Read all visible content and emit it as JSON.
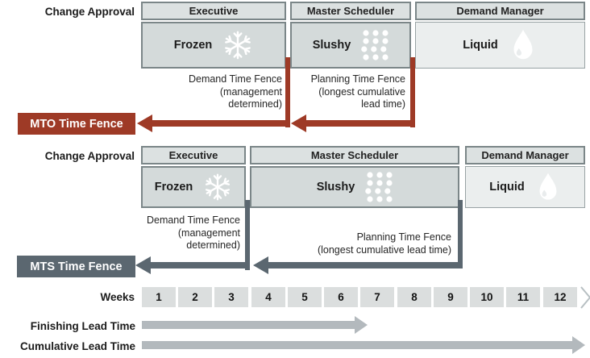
{
  "colors": {
    "mto_fence_red": "#9e3a26",
    "mts_fence_slate": "#5b6770",
    "header_box_fill": "#dce1e1",
    "zone_box_fill": "#d4dada",
    "liquid_box_fill": "#ebeeee",
    "box_border": "#7b8688",
    "week_cell_fill": "#dbdede",
    "lead_arrow_gray": "#b3b9bd"
  },
  "icons": {
    "frozen": "snowflake-icon",
    "slushy": "slush-dots-icon",
    "liquid": "droplet-icon",
    "timeline_end": "chevron-right-icon"
  },
  "diagram1": {
    "label": "Change Approval",
    "columns": [
      {
        "role": "Executive",
        "zone": "Frozen"
      },
      {
        "role": "Master Scheduler",
        "zone": "Slushy"
      },
      {
        "role": "Demand Manager",
        "zone": "Liquid"
      }
    ],
    "demand_fence": {
      "lines": [
        "Demand Time Fence",
        "(management",
        "determined)"
      ]
    },
    "planning_fence": {
      "lines": [
        "Planning Time Fence",
        "(longest cumulative",
        "lead time)"
      ]
    },
    "fence_label": "MTO Time Fence"
  },
  "diagram2": {
    "label": "Change Approval",
    "columns": [
      {
        "role": "Executive",
        "zone": "Frozen"
      },
      {
        "role": "Master Scheduler",
        "zone": "Slushy"
      },
      {
        "role": "Demand Manager",
        "zone": "Liquid"
      }
    ],
    "demand_fence": {
      "lines": [
        "Demand Time Fence",
        "(management",
        "determined)"
      ]
    },
    "planning_fence": {
      "lines": [
        "Planning Time Fence",
        "(longest cumulative lead time)"
      ]
    },
    "fence_label": "MTS Time Fence"
  },
  "timeline": {
    "label": "Weeks",
    "weeks": [
      "1",
      "2",
      "3",
      "4",
      "5",
      "6",
      "7",
      "8",
      "9",
      "10",
      "11",
      "12"
    ]
  },
  "lead_times": [
    {
      "label": "Finishing Lead Time"
    },
    {
      "label": "Cumulative Lead Time"
    }
  ]
}
